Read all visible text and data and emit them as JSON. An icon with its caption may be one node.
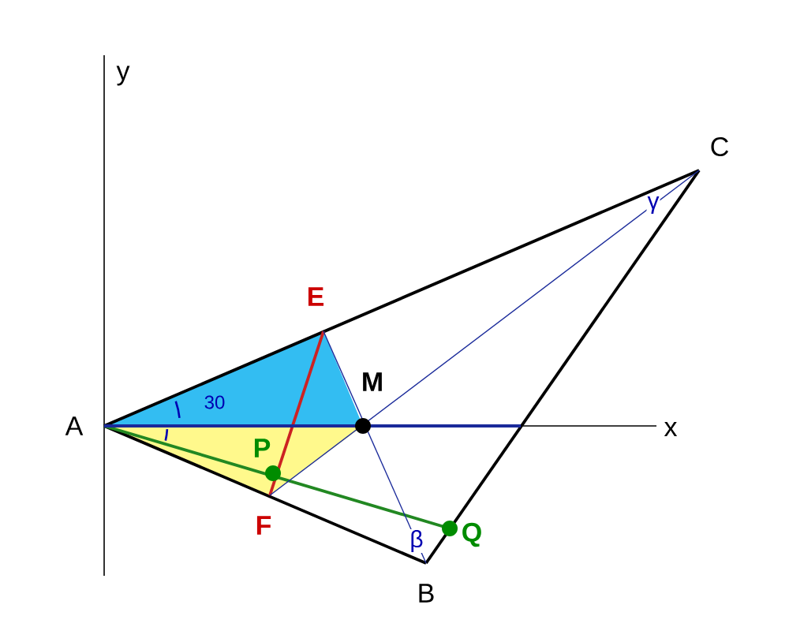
{
  "diagram": {
    "nodes": [
      {
        "text": [
          "A"
        ]
      },
      {
        "text": [
          "B"
        ]
      },
      {
        "text": [
          "C"
        ]
      },
      {
        "text": [
          "E"
        ]
      },
      {
        "text": [
          "F"
        ]
      },
      {
        "text": [
          "M"
        ]
      },
      {
        "text": [
          "P"
        ]
      },
      {
        "text": [
          "Q"
        ]
      }
    ],
    "edges": [
      {
        "from": 0,
        "to": 2,
        "arrow": "none"
      },
      {
        "from": 0,
        "to": 1,
        "arrow": "none"
      },
      {
        "from": 2,
        "to": 1,
        "arrow": "none"
      },
      {
        "from": 3,
        "to": 4,
        "arrow": "none",
        "color": "#cc2222"
      },
      {
        "from": 0,
        "to": 7,
        "arrow": "none",
        "color": "#228822"
      },
      {
        "from": 2,
        "to": 4,
        "arrow": "none",
        "color": "#1a2a9a"
      },
      {
        "from": 3,
        "to": 1,
        "arrow": "none",
        "color": "#1a2a9a"
      },
      {
        "from": 0,
        "to": null,
        "arrow": "none",
        "color": "#1a2a9a"
      }
    ],
    "labels": [
      "y",
      "x",
      "30",
      "γ",
      "β"
    ]
  }
}
